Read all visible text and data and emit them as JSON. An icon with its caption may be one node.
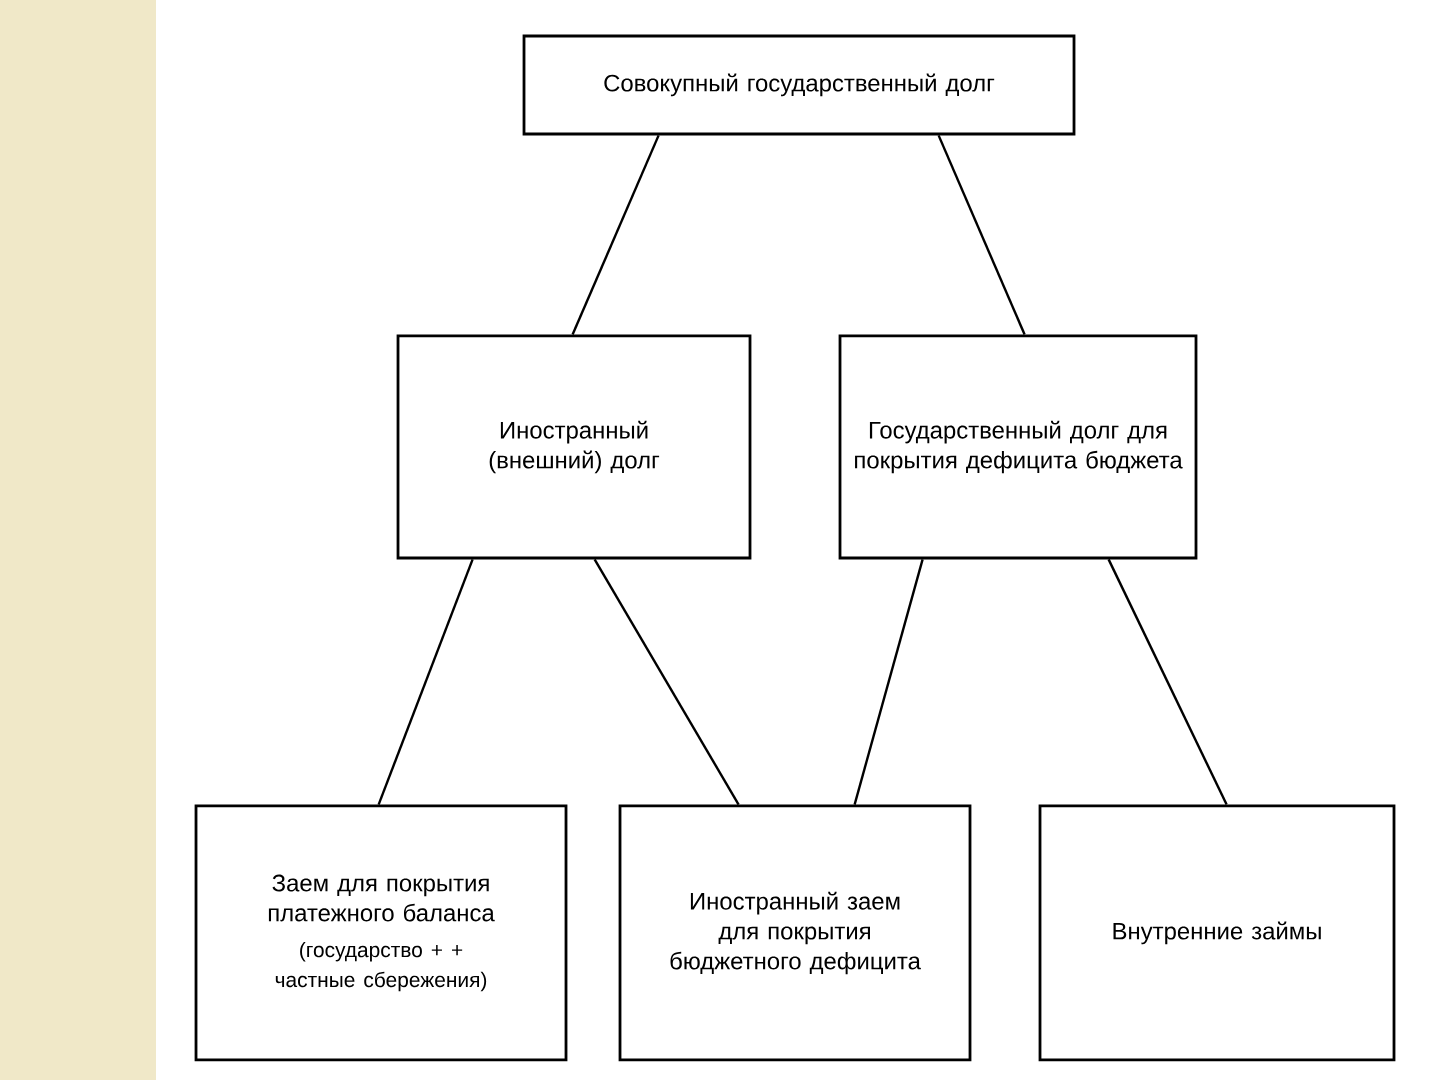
{
  "diagram": {
    "nodes": [
      {
        "text": [
          "Совокупный государственный долг"
        ]
      },
      {
        "text": [
          "Иностранный (внешний) долг"
        ]
      },
      {
        "text": [
          "Государственный долг для покрытия дефицита бюджета"
        ]
      },
      {
        "text": [
          "Заем для покрытия платежного баланса",
          "(государство + + частные сбережения)"
        ]
      },
      {
        "text": [
          "Иностранный заем для покрытия бюджетного дефицита"
        ]
      },
      {
        "text": [
          "Внутренние займы"
        ]
      }
    ],
    "edges": [
      {
        "from": 0,
        "to": 1,
        "arrow": "none"
      },
      {
        "from": 0,
        "to": 2,
        "arrow": "none"
      },
      {
        "from": 1,
        "to": 3,
        "arrow": "none"
      },
      {
        "from": 1,
        "to": 4,
        "arrow": "none"
      },
      {
        "from": 2,
        "to": 4,
        "arrow": "none"
      },
      {
        "from": 2,
        "to": 5,
        "arrow": "none"
      }
    ]
  }
}
